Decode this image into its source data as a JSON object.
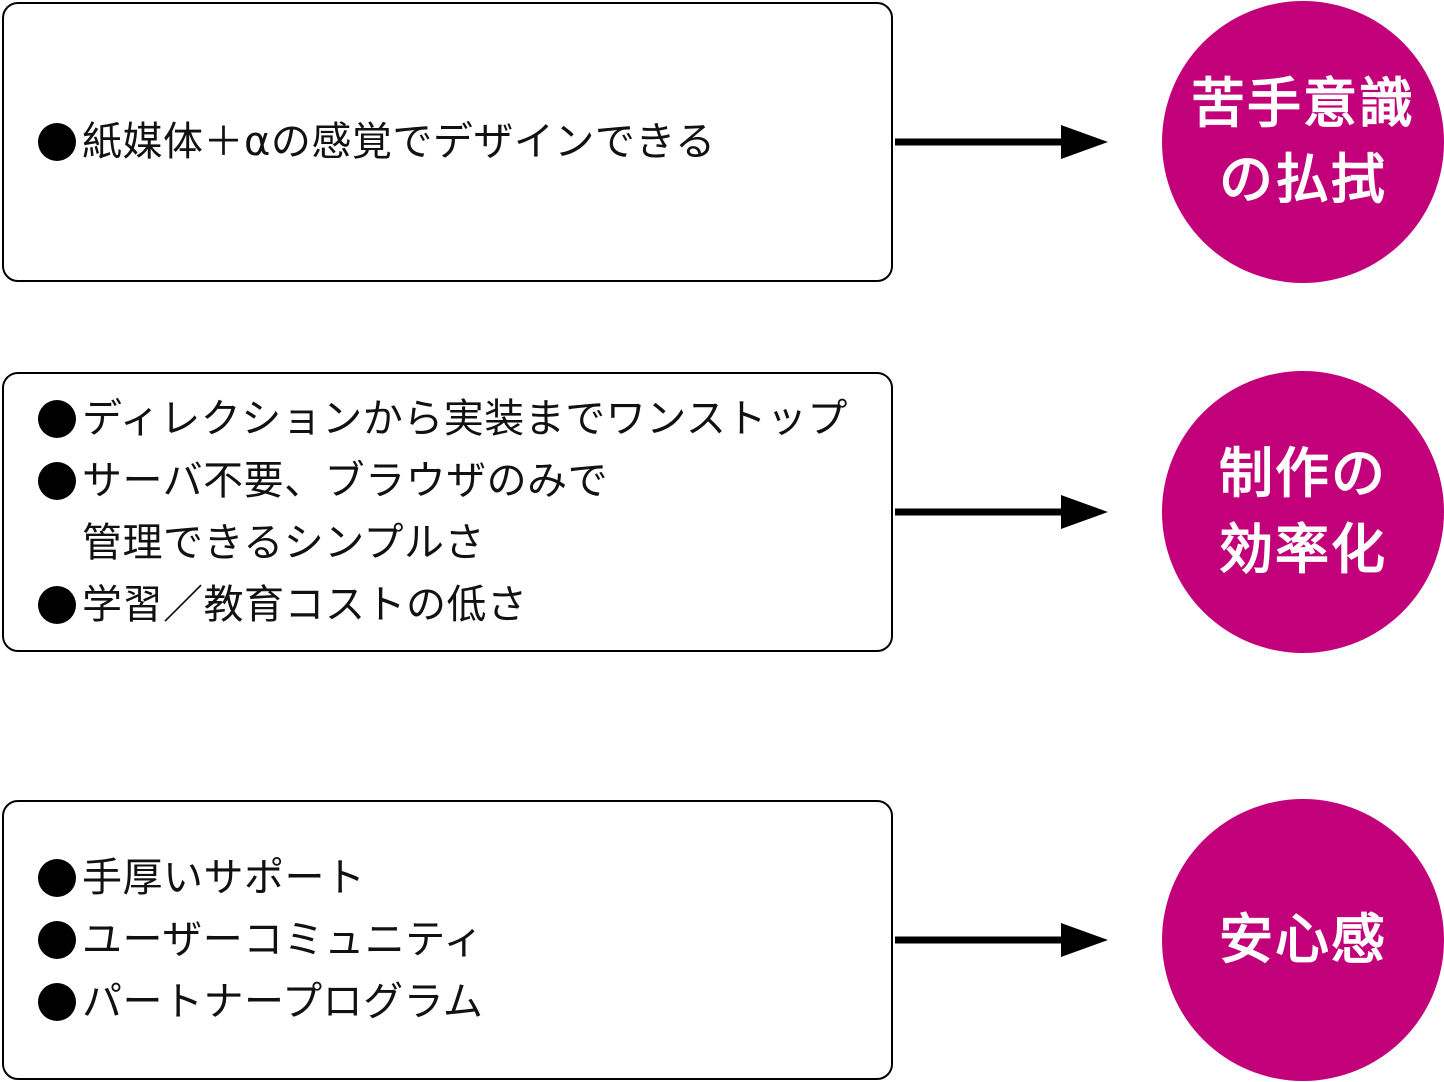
{
  "colors": {
    "accent": "#C2007A",
    "text": "#111111",
    "border": "#000000",
    "background": "#FFFFFF"
  },
  "rows": [
    {
      "items": [
        {
          "lines": [
            "紙媒体＋αの感覚でデザインできる"
          ]
        }
      ],
      "result": [
        "苦手意識",
        "の払拭"
      ]
    },
    {
      "items": [
        {
          "lines": [
            "ディレクションから実装までワンストップ"
          ]
        },
        {
          "lines": [
            "サーバ不要、ブラウザのみで",
            "管理できるシンプルさ"
          ]
        },
        {
          "lines": [
            "学習／教育コストの低さ"
          ]
        }
      ],
      "result": [
        "制作の",
        "効率化"
      ]
    },
    {
      "items": [
        {
          "lines": [
            "手厚いサポート"
          ]
        },
        {
          "lines": [
            "ユーザーコミュニティ"
          ]
        },
        {
          "lines": [
            "パートナープログラム"
          ]
        }
      ],
      "result": [
        "安心感"
      ]
    }
  ]
}
